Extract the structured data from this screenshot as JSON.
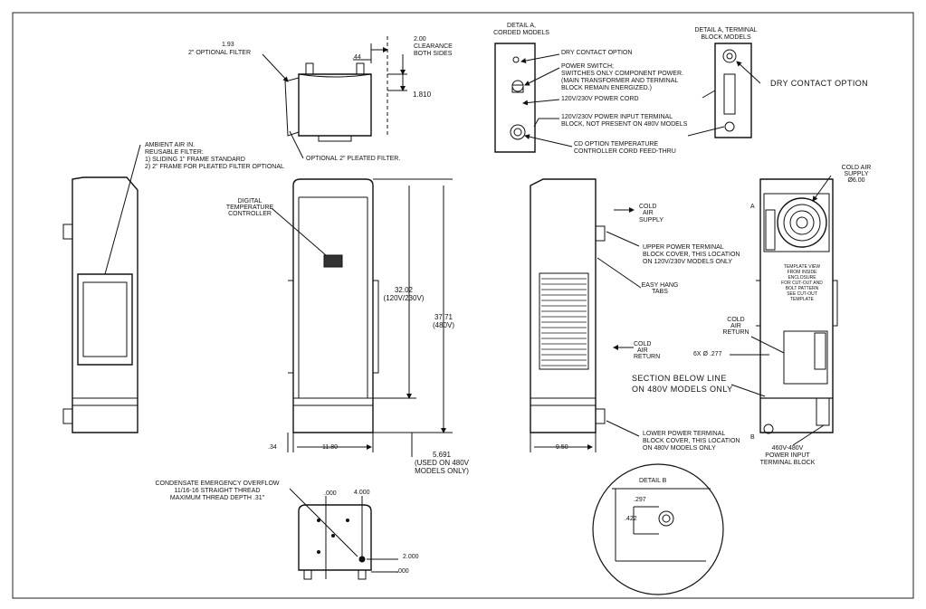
{
  "top_view": {
    "filter_dim": "1.93",
    "filter_label": "2\" OPTIONAL FILTER",
    "clearance_dim": "2.00",
    "clearance_label_1": "CLEARANCE",
    "clearance_label_2": "BOTH SIDES",
    "gap_dim": ".44",
    "height_dim": "1.810",
    "pleated_filter": "OPTIONAL 2\" PLEATED FILTER."
  },
  "detail_a_corded": {
    "title_1": "DETAIL A,",
    "title_2": "CORDED MODELS",
    "dry_contact": "DRY CONTACT OPTION",
    "power_switch_1": "POWER SWITCH;",
    "power_switch_2": "SWITCHES ONLY COMPONENT POWER.",
    "power_switch_3": "(MAIN TRANSFORMER AND TERMINAL",
    "power_switch_4": "BLOCK REMAIN ENERGIZED.)",
    "power_cord": "120V/230V POWER CORD",
    "terminal_1": "120V/230V POWER INPUT TERMINAL",
    "terminal_2": "BLOCK, NOT PRESENT ON 480V MODELS",
    "cd_option_1": "CD OPTION TEMPERATURE",
    "cd_option_2": "CONTROLLER CORD FEED-THRU"
  },
  "detail_a_terminal": {
    "title_1": "DETAIL A, TERMINAL",
    "title_2": "BLOCK MODELS",
    "dry_contact": "DRY CONTACT OPTION"
  },
  "side_left": {
    "ambient_1": "AMBIENT AIR IN.",
    "ambient_2": "REUSABLE FILTER:",
    "ambient_3": "1) SLIDING 1\" FRAME STANDARD",
    "ambient_4": "2) 2\" FRAME FOR PLEATED FILTER OPTIONAL"
  },
  "front_view": {
    "controller_1": "DIGITAL",
    "controller_2": "TEMPERATURE",
    "controller_3": "CONTROLLER",
    "dim_height_1": "32.02",
    "dim_height_1_sub": "(120V/230V)",
    "dim_height_2": "37.71",
    "dim_height_2_sub": "(480V)",
    "dim_left": ".34",
    "dim_width": "11.80",
    "dim_base": "5.691",
    "dim_base_sub_1": "(USED ON 480V",
    "dim_base_sub_2": "MODELS ONLY)"
  },
  "side_right": {
    "cold_supply_1": "COLD",
    "cold_supply_2": "AIR",
    "cold_supply_3": "SUPPLY",
    "upper_block_1": "UPPER POWER TERMINAL",
    "upper_block_2": "BLOCK COVER, THIS LOCATION",
    "upper_block_3": "ON 120V/230V MODELS ONLY",
    "hang_1": "EASY HANG",
    "hang_2": "TABS",
    "cold_return_1": "COLD",
    "cold_return_2": "AIR",
    "cold_return_3": "RETURN",
    "lower_block_1": "LOWER POWER TERMINAL",
    "lower_block_2": "BLOCK COVER, THIS LOCATION",
    "lower_block_3": "ON 480V MODELS ONLY",
    "dim_depth": "9.50"
  },
  "rear_view": {
    "cold_supply_1": "COLD AIR",
    "cold_supply_2": "SUPPLY",
    "cold_supply_3": "Ø6.00",
    "marker_a": "A",
    "template_1": "TEMPLATE VIEW",
    "template_2": "FROM INSIDE",
    "template_3": "ENCLOSURE",
    "template_4": "FOR CUT-OUT AND",
    "template_5": "BOLT PATTERN",
    "template_6": "SEE CUT-OUT",
    "template_7": "TEMPLATE",
    "cold_return_1": "COLD",
    "cold_return_2": "AIR",
    "cold_return_3": "RETURN",
    "holes": "6X Ø .277",
    "section_1": "SECTION BELOW LINE",
    "section_2": "ON 480V MODELS ONLY",
    "marker_b": "B",
    "input_1": "460V-480V",
    "input_2": "POWER INPUT",
    "input_3": "TERMINAL BLOCK"
  },
  "detail_b": {
    "title": "DETAIL B",
    "dim_1": ".297",
    "dim_2": ".422"
  },
  "bottom_view": {
    "condensate_1": "CONDENSATE EMERGENCY OVERFLOW",
    "condensate_2": "11/16-16 STRAIGHT THREAD",
    "condensate_3": "MAXIMUM THREAD DEPTH .31\"",
    "dim_x0": ".000",
    "dim_x1": "4.000",
    "dim_y1": "2.000",
    "dim_y0": ".000"
  }
}
